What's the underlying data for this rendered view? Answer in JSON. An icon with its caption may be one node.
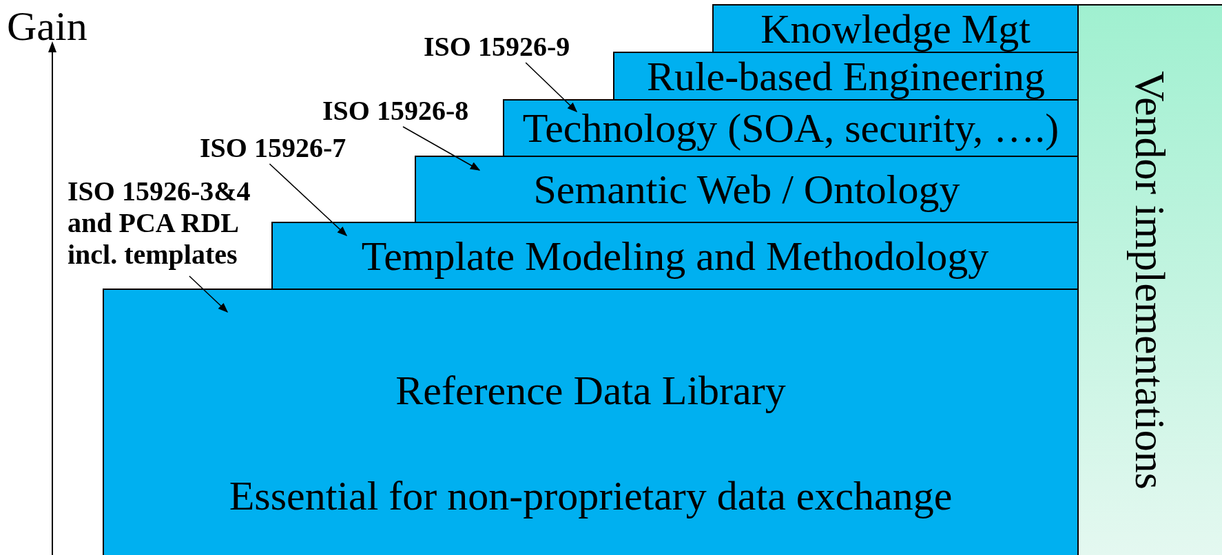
{
  "diagram": {
    "nodes": [
      {
        "text": [
          "Knowledge Mgt"
        ]
      },
      {
        "text": [
          "Rule-based Engineering"
        ]
      },
      {
        "text": [
          "Technology (SOA, security, ….)"
        ]
      },
      {
        "text": [
          "Semantic Web / Ontology"
        ]
      },
      {
        "text": [
          "Template Modeling and Methodology"
        ]
      },
      {
        "text": [
          "Reference Data Library",
          "Essential for non-proprietary data exchange"
        ]
      },
      {
        "text": [
          "Vendor implementations"
        ]
      },
      {
        "text": [
          "ISO 15926-9"
        ]
      },
      {
        "text": [
          "ISO 15926-8"
        ]
      },
      {
        "text": [
          "ISO 15926-7"
        ]
      },
      {
        "text": [
          "ISO 15926-3&4 and PCA RDL incl. templates"
        ]
      }
    ],
    "edges": [
      {
        "from": 7,
        "to": 2,
        "arrow": "to"
      },
      {
        "from": 8,
        "to": 3,
        "arrow": "to"
      },
      {
        "from": 9,
        "to": 4,
        "arrow": "to"
      },
      {
        "from": 10,
        "to": 5,
        "arrow": "to"
      }
    ],
    "labels": [
      "Gain"
    ]
  }
}
